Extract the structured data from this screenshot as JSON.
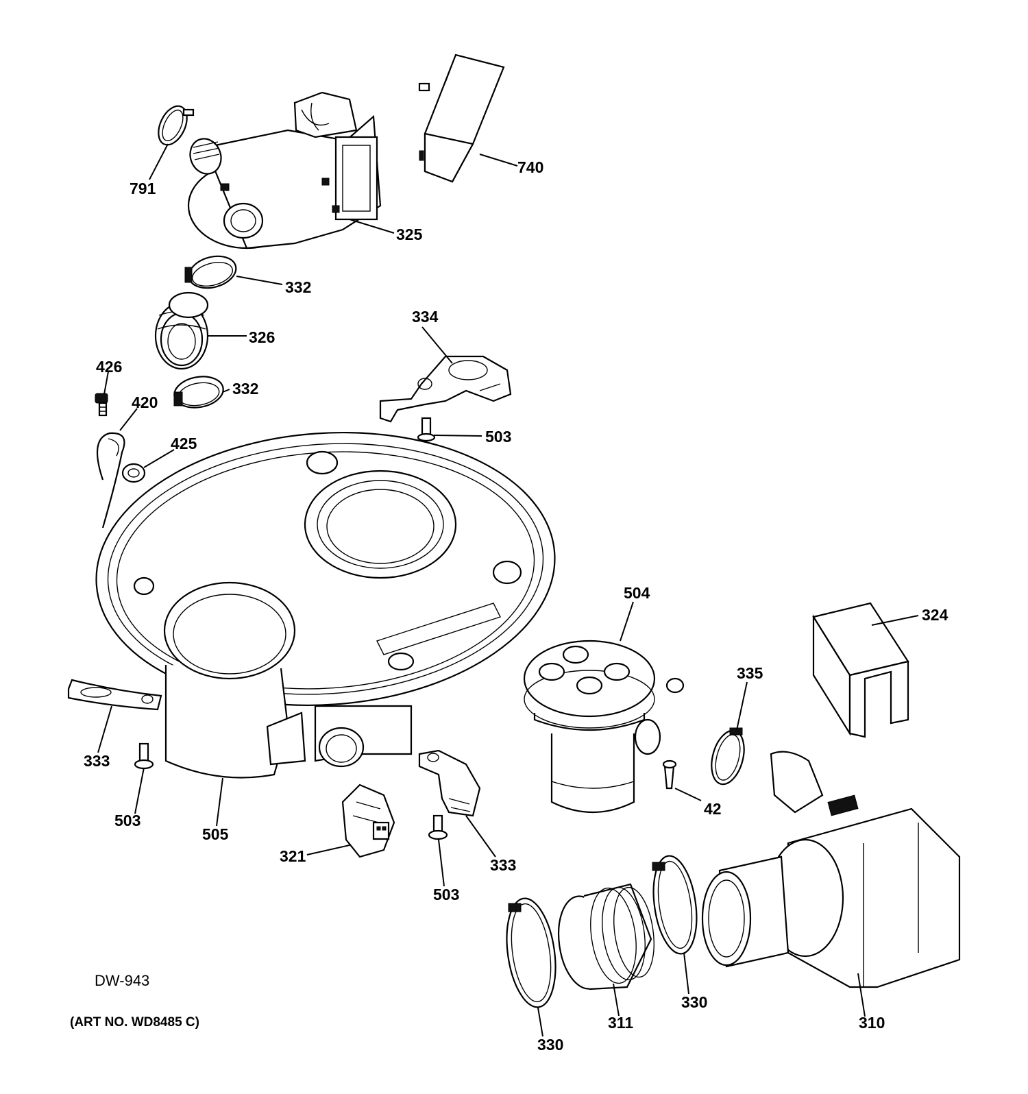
{
  "diagram": {
    "drawing_id": "DW-943",
    "art_number": "(ART NO. WD8485 C)",
    "callouts": {
      "p791": "791",
      "p740": "740",
      "p325": "325",
      "p332a": "332",
      "p326": "326",
      "p332b": "332",
      "p334": "334",
      "p426": "426",
      "p420": "420",
      "p425": "425",
      "p503a": "503",
      "p504": "504",
      "p324": "324",
      "p335": "335",
      "p333a": "333",
      "p503b": "503",
      "p505": "505",
      "p42": "42",
      "p321": "321",
      "p333b": "333",
      "p503c": "503",
      "p330a": "330",
      "p311": "311",
      "p330b": "330",
      "p310": "310"
    }
  }
}
